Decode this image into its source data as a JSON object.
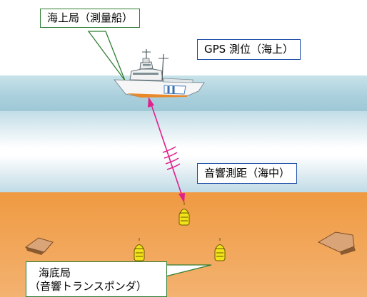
{
  "labels": {
    "ship": "海上局（測量船）",
    "gps": "GPS 測位（海上）",
    "acoustic": "音響測距（海中）",
    "seafloor_line1": "海底局",
    "seafloor_line2": "（音響トランスポンダ）"
  },
  "colors": {
    "sea_surface": "#aacfdc",
    "seabed": "#f09a42",
    "acoustic_path": "#e0208c",
    "transponder": "#f2e21a",
    "callout_green": "#2f7d32",
    "callout_blue": "#1f4ea8"
  }
}
